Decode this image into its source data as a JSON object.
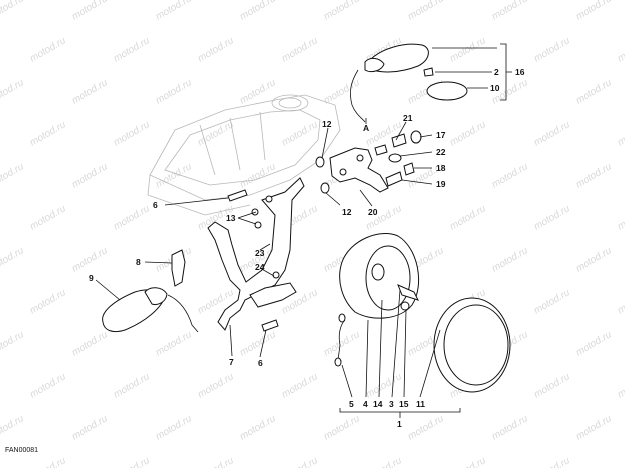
{
  "watermark": "motod.ru",
  "drawing_code": "FAN00081",
  "callouts": {
    "c1": "1",
    "c2": "2",
    "c3": "3",
    "c4": "4",
    "c5": "5",
    "c6a": "6",
    "c6b": "6",
    "c7": "7",
    "c8": "8",
    "c9": "9",
    "c10": "10",
    "c11": "11",
    "c12a": "12",
    "c12b": "12",
    "c13": "13",
    "c14": "14",
    "c15": "15",
    "c16": "16",
    "c17": "17",
    "c18": "18",
    "c19": "19",
    "c20": "20",
    "c21": "21",
    "c22": "22",
    "c23": "23",
    "c24": "24",
    "cA": "A"
  }
}
